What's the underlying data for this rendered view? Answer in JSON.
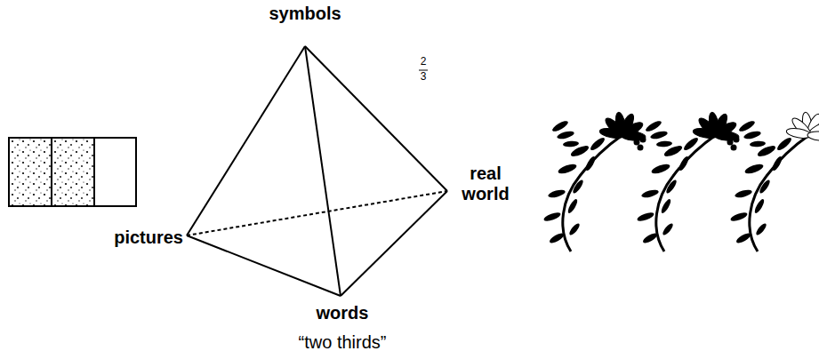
{
  "diagram": {
    "labels": [
      "symbols",
      "2",
      "3",
      "real world",
      "pictures",
      "words",
      "“two thirds”"
    ]
  }
}
